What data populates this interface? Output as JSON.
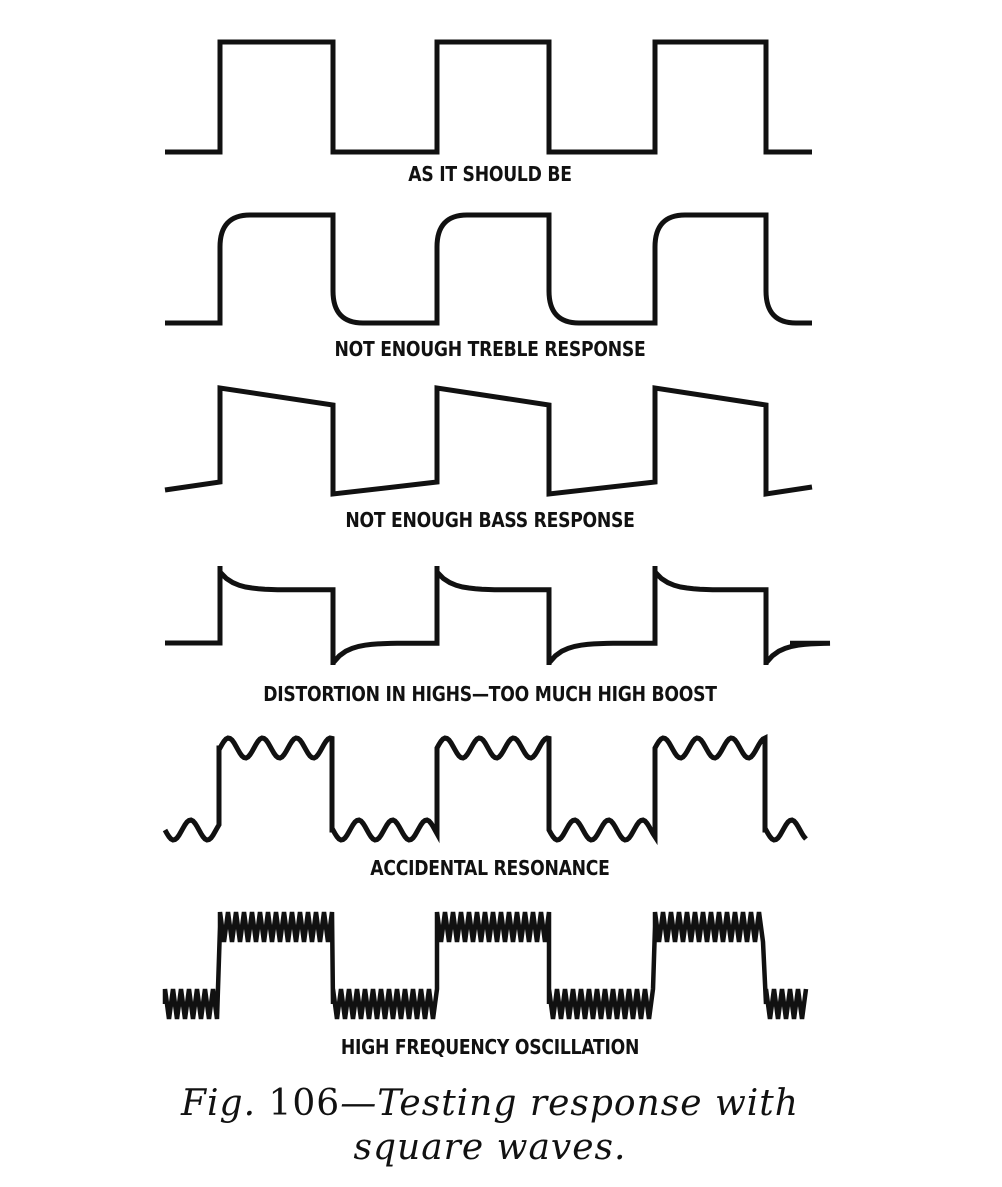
{
  "waveforms": [
    {
      "id": "ideal",
      "label": "AS IT SHOULD BE"
    },
    {
      "id": "treble",
      "label": "NOT ENOUGH TREBLE RESPONSE"
    },
    {
      "id": "bass",
      "label": "NOT ENOUGH BASS RESPONSE"
    },
    {
      "id": "highs",
      "label": "DISTORTION IN HIGHS—TOO MUCH HIGH BOOST"
    },
    {
      "id": "resonance",
      "label": "ACCIDENTAL RESONANCE"
    },
    {
      "id": "oscillation",
      "label": "HIGH FREQUENCY OSCILLATION"
    }
  ],
  "caption": {
    "fig": "Fig.",
    "number": "106",
    "text_line1": "—Testing response with",
    "text_line2": "square waves."
  },
  "colors": {
    "ink": "#111111",
    "paper": "#ffffff"
  }
}
